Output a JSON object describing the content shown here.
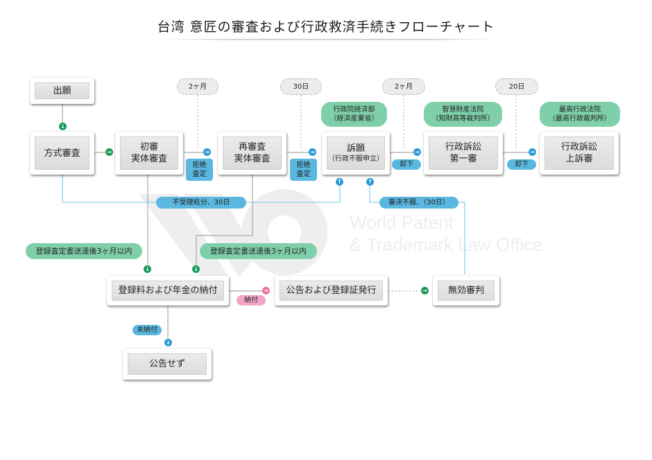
{
  "title": "台湾 意匠の審査および行政救済手続きフローチャート",
  "watermark": {
    "line1": "World Patent",
    "line2": "& Trademark Law Office"
  },
  "colors": {
    "green_pill": "#7fd0aa",
    "blue_pill": "#5ab7e0",
    "pink_pill": "#f0a6c8",
    "green_arrow": "#1a9a5a",
    "blue_arrow": "#2a9ad8",
    "pink_arrow": "#e8739f",
    "blue_line": "#8fd0ee",
    "gray_line": "#a8a8a8"
  },
  "nodes": {
    "application": {
      "line1": "出願"
    },
    "formality_exam": {
      "line1": "方式審査"
    },
    "first_exam": {
      "line1": "初審",
      "line2": "実体審査"
    },
    "re_exam": {
      "line1": "再審査",
      "line2": "実体審査"
    },
    "appeal": {
      "line1": "訴願",
      "line2": "（行政不服申立）"
    },
    "admin_lit_first": {
      "line1": "行政訴訟",
      "line2": "第一審"
    },
    "admin_lit_appeal": {
      "line1": "行政訴訟",
      "line2": "上訴審"
    },
    "fee_payment": {
      "line1": "登録料および年金の納付"
    },
    "publication": {
      "line1": "公告および登録証発行"
    },
    "invalidation": {
      "line1": "無効審判"
    },
    "no_publication": {
      "line1": "公告せず"
    }
  },
  "deadlines": {
    "d1": "2ヶ月",
    "d2": "30日",
    "d3": "2ヶ月",
    "d4": "20日"
  },
  "authorities": {
    "moea": {
      "line1": "行政院経済部",
      "line2": "（経済産業省）"
    },
    "ipc": {
      "line1": "智慧財産法院",
      "line2": "（知財高等裁判所）"
    },
    "sac": {
      "line1": "最高行政法院",
      "line2": "（最高行政裁判所）"
    }
  },
  "labels": {
    "rejection1": {
      "line1": "拒絶",
      "line2": "査定"
    },
    "rejection2": {
      "line1": "拒絶",
      "line2": "査定"
    },
    "dismissal1": "却下",
    "dismissal2": "却下",
    "non_acceptance": "不受理処分、30日",
    "decision_dissatisfied": "審決不服、（30日）",
    "within_3months_1": "登録査定書送達後3ヶ月以内",
    "within_3months_2": "登録査定書送達後3ヶ月以内",
    "paid": "納付",
    "unpaid": "未納付"
  }
}
